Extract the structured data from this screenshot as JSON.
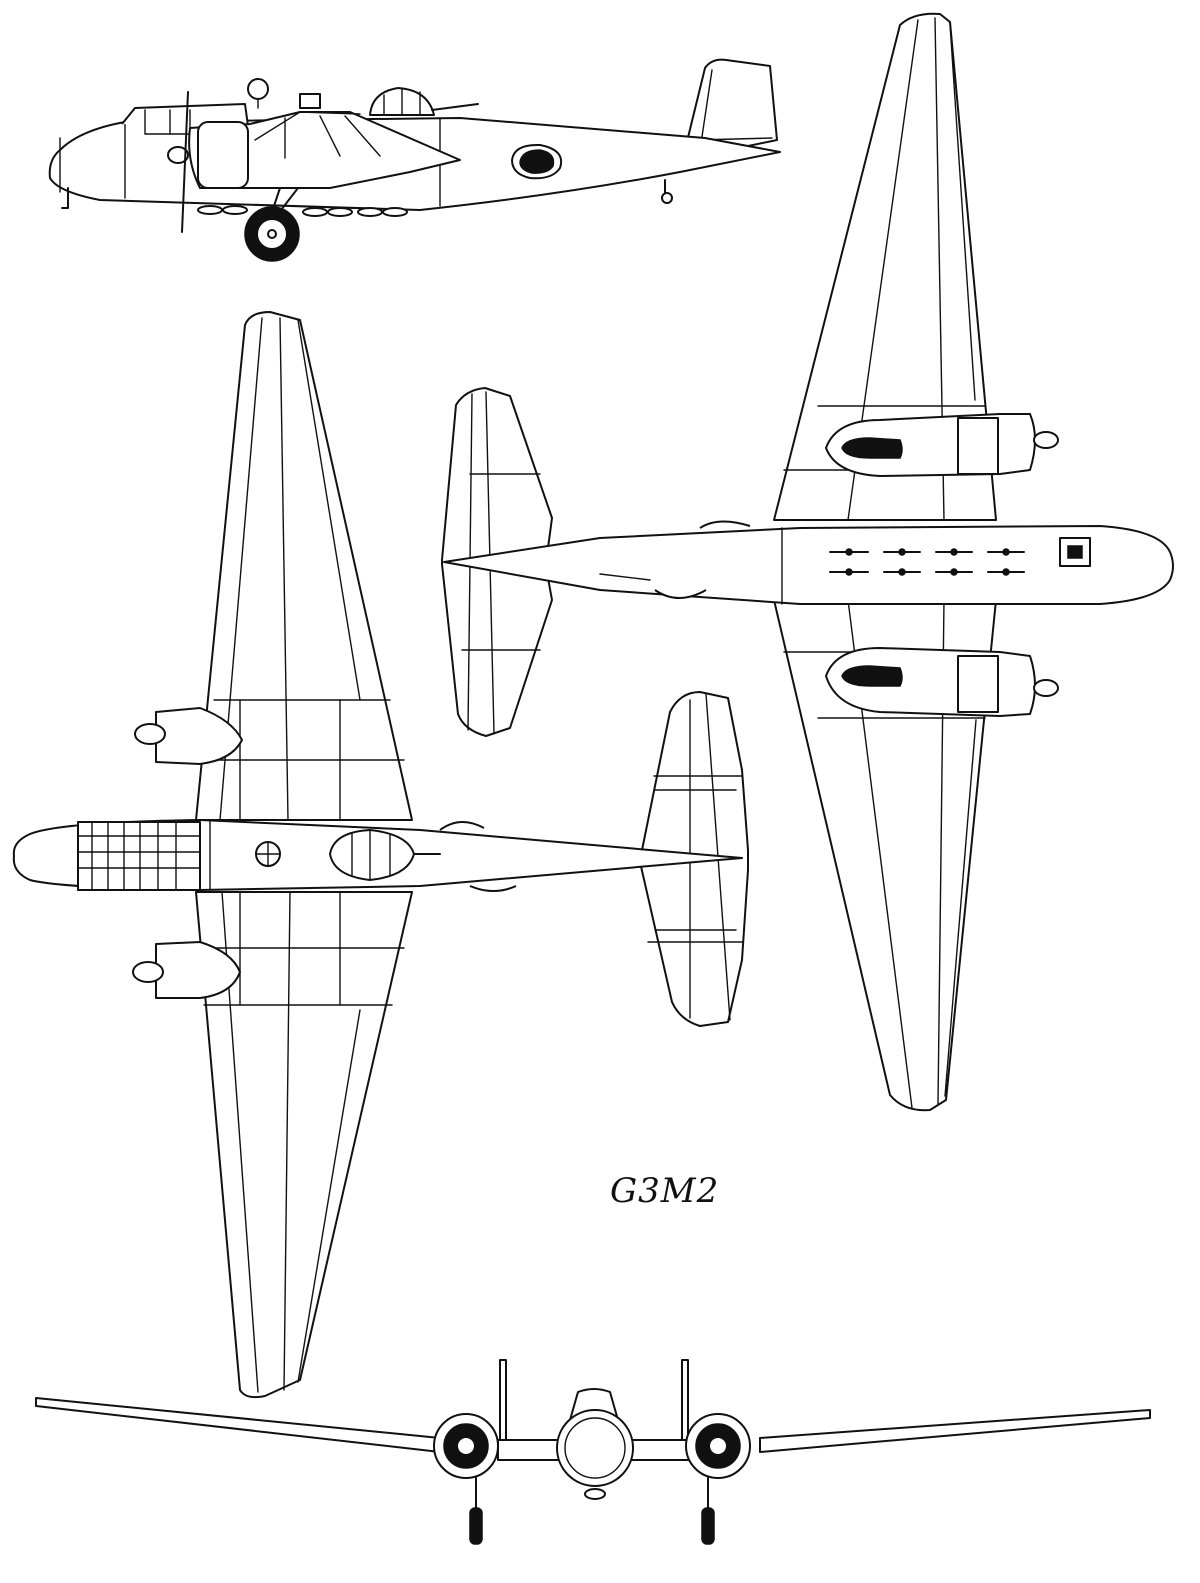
{
  "drawing": {
    "caption": "G3M2",
    "views": [
      "side-view",
      "top-view",
      "bottom-view",
      "front-view"
    ],
    "colors": {
      "line": "#111111",
      "background": "#ffffff"
    }
  }
}
